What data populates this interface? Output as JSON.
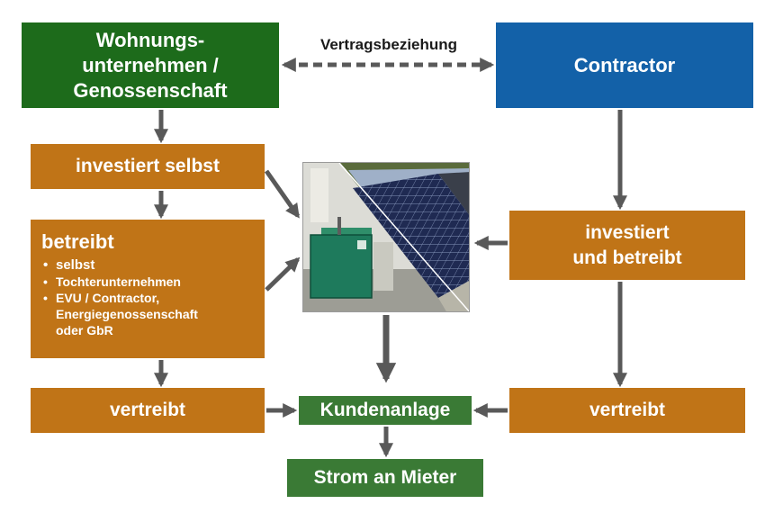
{
  "nodes": {
    "wohnungsunternehmen": {
      "lines": [
        "Wohnungs-",
        "unternehmen /",
        "Genossenschaft"
      ]
    },
    "contractor": {
      "label": "Contractor"
    },
    "investiert_selbst": {
      "label": "investiert selbst"
    },
    "betreibt": {
      "title": "betreibt",
      "items": [
        {
          "bullet": "•",
          "text": "selbst"
        },
        {
          "bullet": "•",
          "text": "Tochterunternehmen"
        },
        {
          "bullet": "•",
          "lines": [
            "EVU / Contractor,",
            "Energiegenossenschaft",
            "oder GbR"
          ]
        }
      ]
    },
    "vertreibt_left": {
      "label": "vertreibt"
    },
    "investiert_und_betreibt": {
      "lines": [
        "investiert",
        "und betreibt"
      ]
    },
    "vertreibt_right": {
      "label": "vertreibt"
    },
    "kundenanlage": {
      "label": "Kundenanlage"
    },
    "strom_an_mieter": {
      "label": "Strom an Mieter"
    }
  },
  "edges": {
    "vertragsbeziehung": {
      "label": "Vertragsbeziehung",
      "style": "dashed-bidirectional"
    }
  },
  "photo": {
    "depicts": [
      "combined-heat-power-unit",
      "rooftop-solar-panels"
    ]
  },
  "colors": {
    "dark_green": "#1d6b1b",
    "green": "#3a7a35",
    "blue": "#1361a8",
    "orange": "#c07417",
    "arrow": "#595959"
  }
}
